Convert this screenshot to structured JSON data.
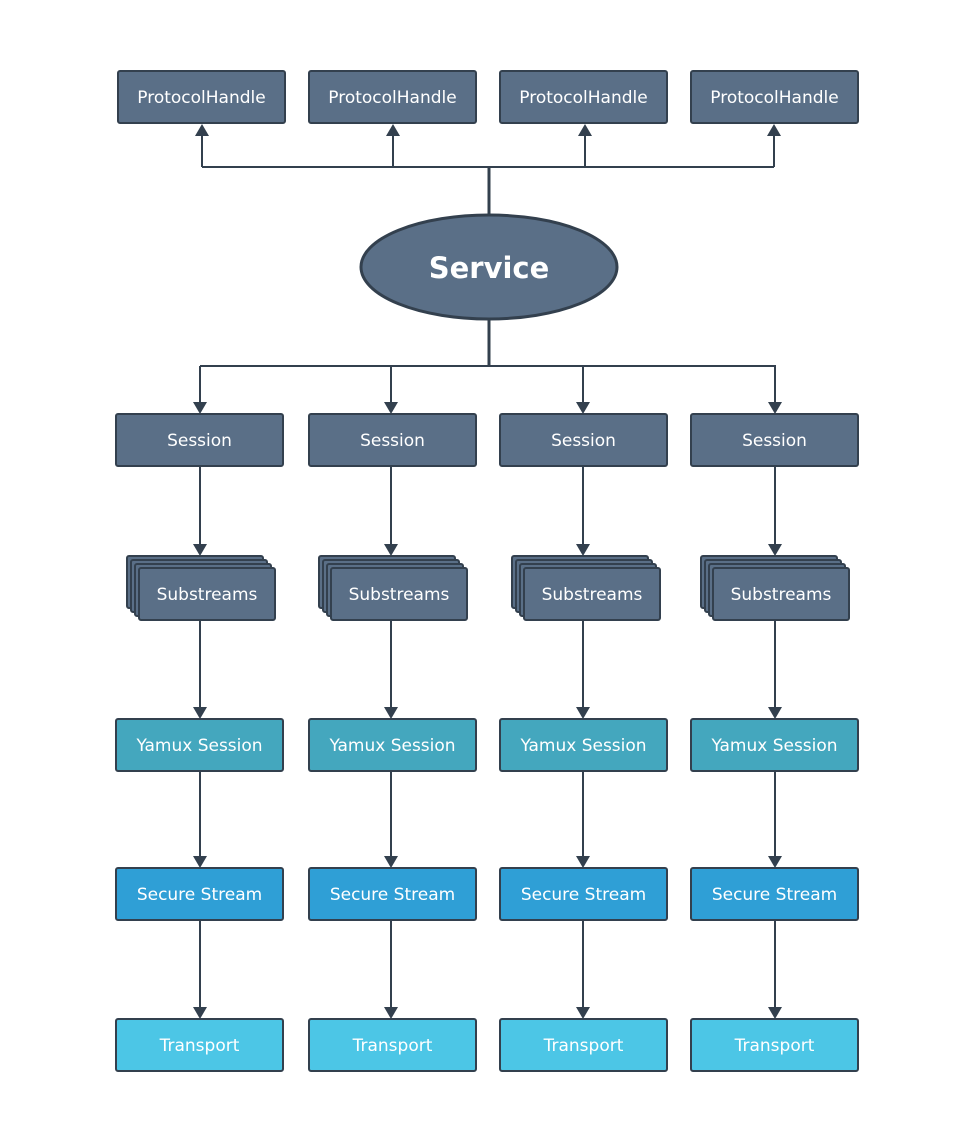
{
  "colors": {
    "line": "#33404e",
    "protocol_handle": "#5a6f87",
    "service": "#5a6f87",
    "session": "#5a6f87",
    "substreams": "#5a6f87",
    "yamux_session": "#44a7be",
    "secure_stream": "#2f9fd6",
    "transport": "#4cc6e6"
  },
  "service": {
    "label": "Service"
  },
  "protocol_handles": [
    {
      "label": "ProtocolHandle"
    },
    {
      "label": "ProtocolHandle"
    },
    {
      "label": "ProtocolHandle"
    },
    {
      "label": "ProtocolHandle"
    }
  ],
  "columns": [
    {
      "session": "Session",
      "substreams": "Substreams",
      "yamux": "Yamux Session",
      "secure": "Secure Stream",
      "transport": "Transport"
    },
    {
      "session": "Session",
      "substreams": "Substreams",
      "yamux": "Yamux Session",
      "secure": "Secure Stream",
      "transport": "Transport"
    },
    {
      "session": "Session",
      "substreams": "Substreams",
      "yamux": "Yamux Session",
      "secure": "Secure Stream",
      "transport": "Transport"
    },
    {
      "session": "Session",
      "substreams": "Substreams",
      "yamux": "Yamux Session",
      "secure": "Secure Stream",
      "transport": "Transport"
    }
  ]
}
